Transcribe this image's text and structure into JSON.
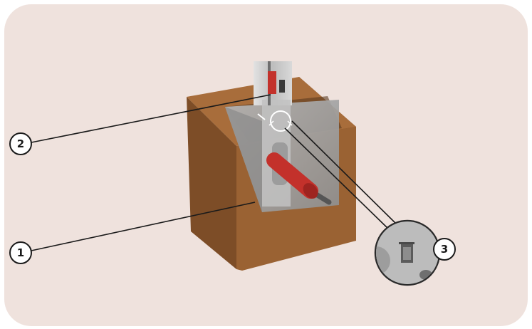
{
  "colors": {
    "panel_background": "#efe2dd",
    "wood_front": "#9a6233",
    "wood_side": "#7d4d27",
    "wood_top": "#a86d3b",
    "glass": "#a7a7a7",
    "metal": "#c9c9c9",
    "conduit_red": "#c3312b",
    "leader_line": "#1a1a1a",
    "callout_fill": "#ffffff"
  },
  "callouts": [
    {
      "number": "1",
      "refers_to": "glass-panel"
    },
    {
      "number": "2",
      "refers_to": "red-clip"
    },
    {
      "number": "3",
      "refers_to": "detail-magnifier"
    }
  ],
  "icons": {
    "box": "wooden-box-icon",
    "magnifier": "magnifier-detail-icon"
  }
}
